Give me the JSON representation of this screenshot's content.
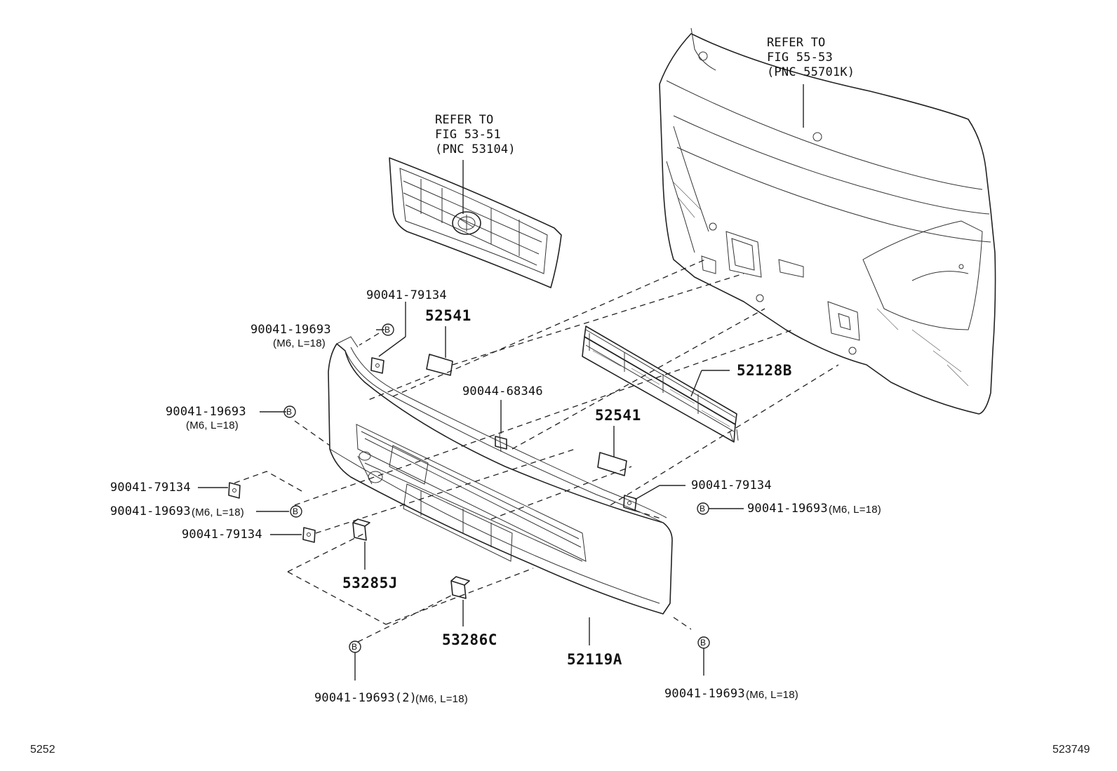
{
  "refs": {
    "grille": [
      "REFER TO",
      "FIG 53-51",
      "(PNC 53104)"
    ],
    "body": [
      "REFER TO",
      "FIG 55-53",
      "(PNC 55701K)"
    ]
  },
  "callouts": {
    "c1": "90041-79134",
    "c2": "90041-19693",
    "c2_spec": "(M6, L=18)",
    "c3": "52541",
    "c4": "90041-19693",
    "c4_spec": "(M6, L=18)",
    "c5": "90044-68346",
    "c6": "52128B",
    "c7": "52541",
    "c8": "90041-79134",
    "c9": "90041-19693",
    "c9_spec": "(M6, L=18)",
    "c10": "90041-79134",
    "c11": "90041-19693",
    "c11_spec": "(M6, L=18)",
    "c12": "90041-79134",
    "c13": "53285J",
    "c14": "53286C",
    "c15": "52119A",
    "c16": "90041-19693(2)",
    "c16_spec": "(M6, L=18)",
    "c17": "90041-19693",
    "c17_spec": "(M6, L=18)"
  },
  "bolt_marker": "B",
  "footer": {
    "left": "5252",
    "right": "523749"
  }
}
